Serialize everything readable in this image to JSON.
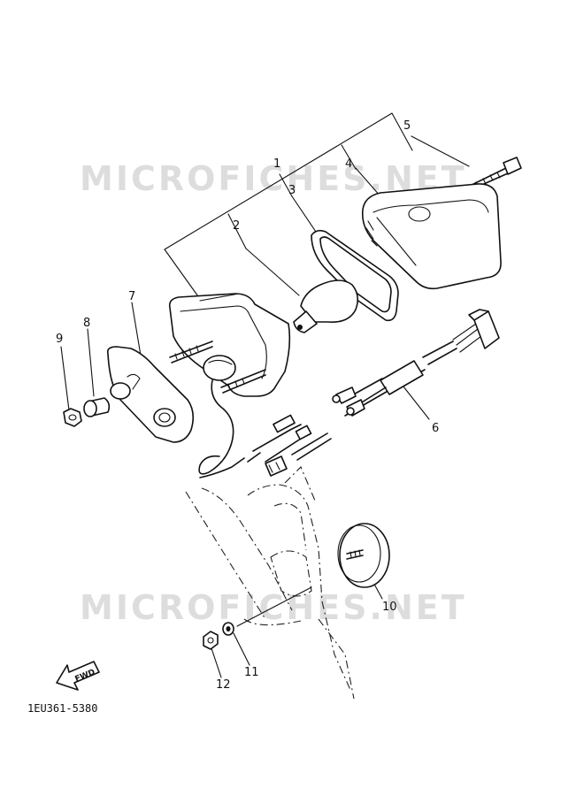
{
  "watermarks": [
    "MICROFICHES.NET",
    "MICROFICHES.NET"
  ],
  "callouts": [
    "1",
    "2",
    "3",
    "4",
    "5",
    "6",
    "7",
    "8",
    "9",
    "10",
    "11",
    "12"
  ],
  "fwd_label": "FWD",
  "diagram_code": "1EU361-5380"
}
